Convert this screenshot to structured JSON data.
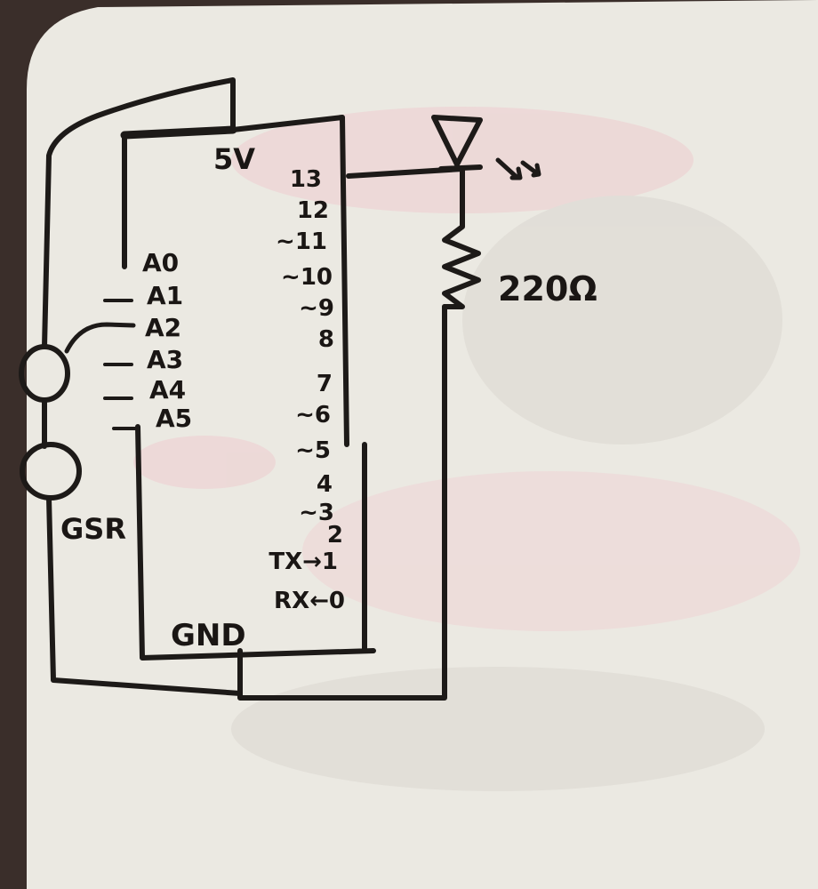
{
  "board": {
    "power_label": "5V",
    "ground_label": "GND",
    "sensor_label": "GSR",
    "resistor_label": "220Ω",
    "analog_pins": [
      "A0",
      "A1",
      "A2",
      "A3",
      "A4",
      "A5"
    ],
    "digital_pins": [
      "13",
      "12",
      "~11",
      "~10",
      "~9",
      "8",
      "7",
      "~6",
      "~5",
      "4",
      "~3",
      "2",
      "TX→1",
      "RX←0"
    ]
  },
  "colors": {
    "whiteboard": "#ebe9e2",
    "ink": "#1d1a18",
    "frame": "#3a2e2a",
    "smudge": "#e8b9bf"
  }
}
